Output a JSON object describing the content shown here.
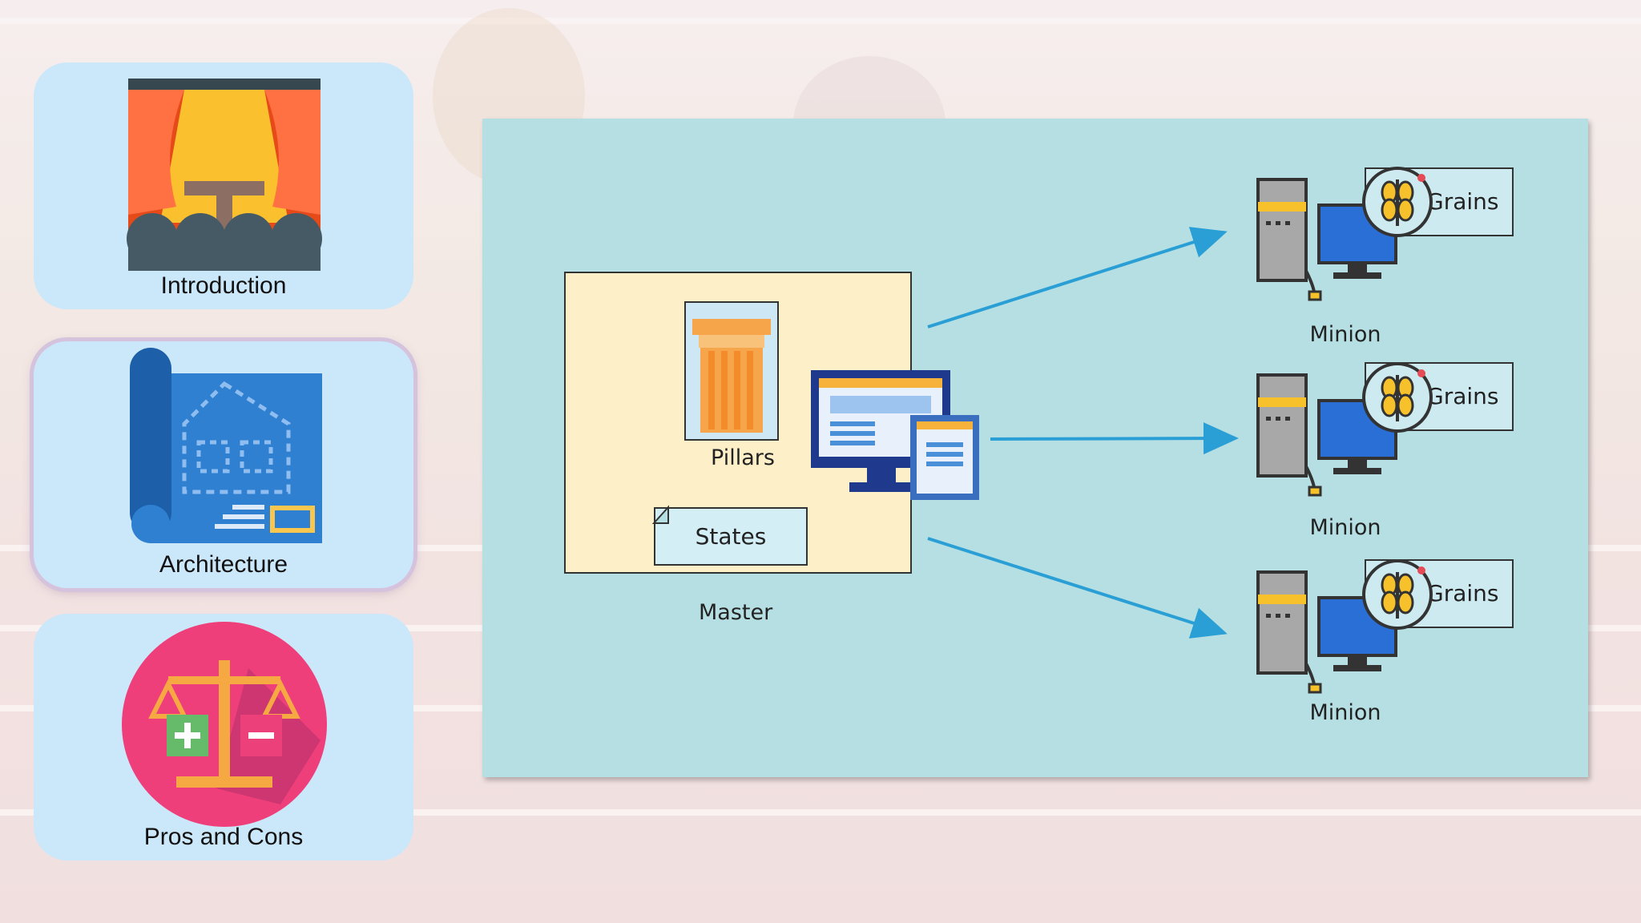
{
  "sidebar": {
    "items": [
      {
        "label": "Introduction",
        "icon": "theater-stage-icon"
      },
      {
        "label": "Architecture",
        "icon": "blueprint-icon",
        "active": true
      },
      {
        "label": "Pros and Cons",
        "icon": "balance-scale-icon"
      }
    ]
  },
  "diagram": {
    "master_label": "Master",
    "pillars_label": "Pillars",
    "states_label": "States",
    "minions": [
      {
        "label": "Minion",
        "grains_label": "Grains"
      },
      {
        "label": "Minion",
        "grains_label": "Grains"
      },
      {
        "label": "Minion",
        "grains_label": "Grains"
      }
    ]
  },
  "colors": {
    "panel": "#b5dfe2",
    "master_box": "#fdf0c9",
    "arrow": "#2a9fd6",
    "card": "#cbe7fa"
  }
}
